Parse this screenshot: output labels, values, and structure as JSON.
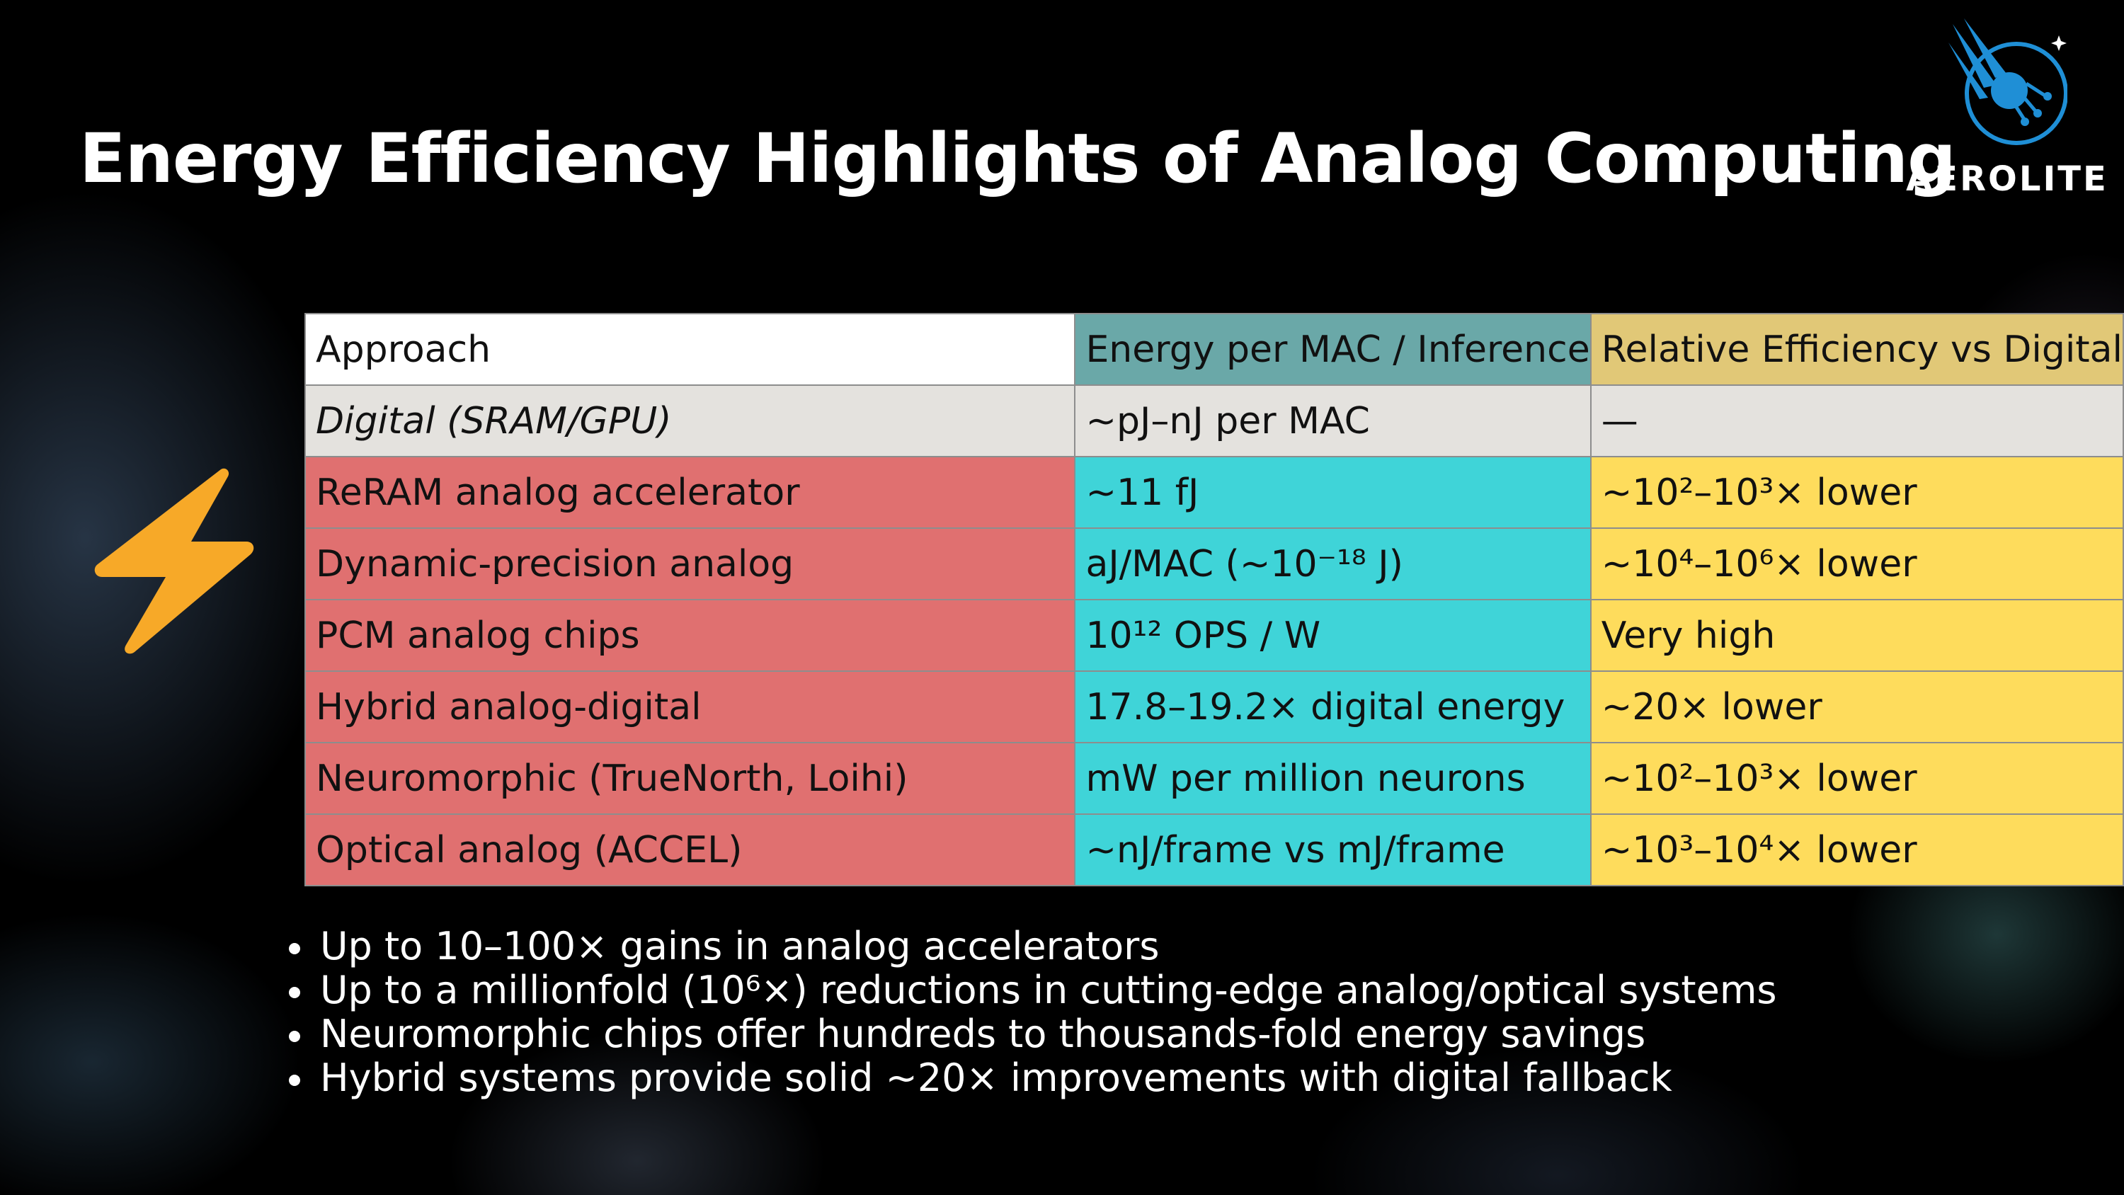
{
  "slide": {
    "title": "Energy Efficiency Highlights of Analog Computing"
  },
  "logo": {
    "text": "AEROLITE",
    "icon": "comet-circuit-icon",
    "color": "#1f8fd6"
  },
  "decoration": {
    "icon": "lightning-bolt-icon",
    "color": "#f7a928"
  },
  "table": {
    "header": [
      "Approach",
      "Energy per MAC / Inference",
      "Relative Efficiency vs Digital"
    ],
    "rows": [
      [
        "Digital (SRAM/GPU)",
        "~pJ–nJ per MAC",
        "—"
      ],
      [
        "ReRAM analog accelerator",
        "~11 fJ",
        "~10²–10³× lower"
      ],
      [
        "Dynamic-precision analog",
        "aJ/MAC (~10⁻¹⁸ J)",
        "~10⁴–10⁶× lower"
      ],
      [
        "PCM analog chips",
        "10¹² OPS / W",
        "Very high"
      ],
      [
        "Hybrid analog-digital",
        "17.8–19.2× digital energy",
        "~20× lower"
      ],
      [
        "Neuromorphic (TrueNorth, Loihi)",
        "mW per million neurons",
        "~10²–10³× lower"
      ],
      [
        "Optical analog (ACCEL)",
        "~nJ/frame vs mJ/frame",
        "~10³–10⁴× lower"
      ]
    ],
    "colors": {
      "header": [
        "#ffffff",
        "#6aa8a8",
        "#e1c877"
      ],
      "digital_row": "#e4e2de",
      "body": [
        "#e07070",
        "#3fd4d8",
        "#fedc5c"
      ]
    }
  },
  "bullets": [
    "Up to 10–100× gains in analog accelerators",
    "Up to a millionfold (10⁶×) reductions in cutting-edge analog/optical systems",
    "Neuromorphic chips offer hundreds to thousands-fold energy savings",
    "Hybrid systems provide solid ~20× improvements with digital fallback"
  ]
}
